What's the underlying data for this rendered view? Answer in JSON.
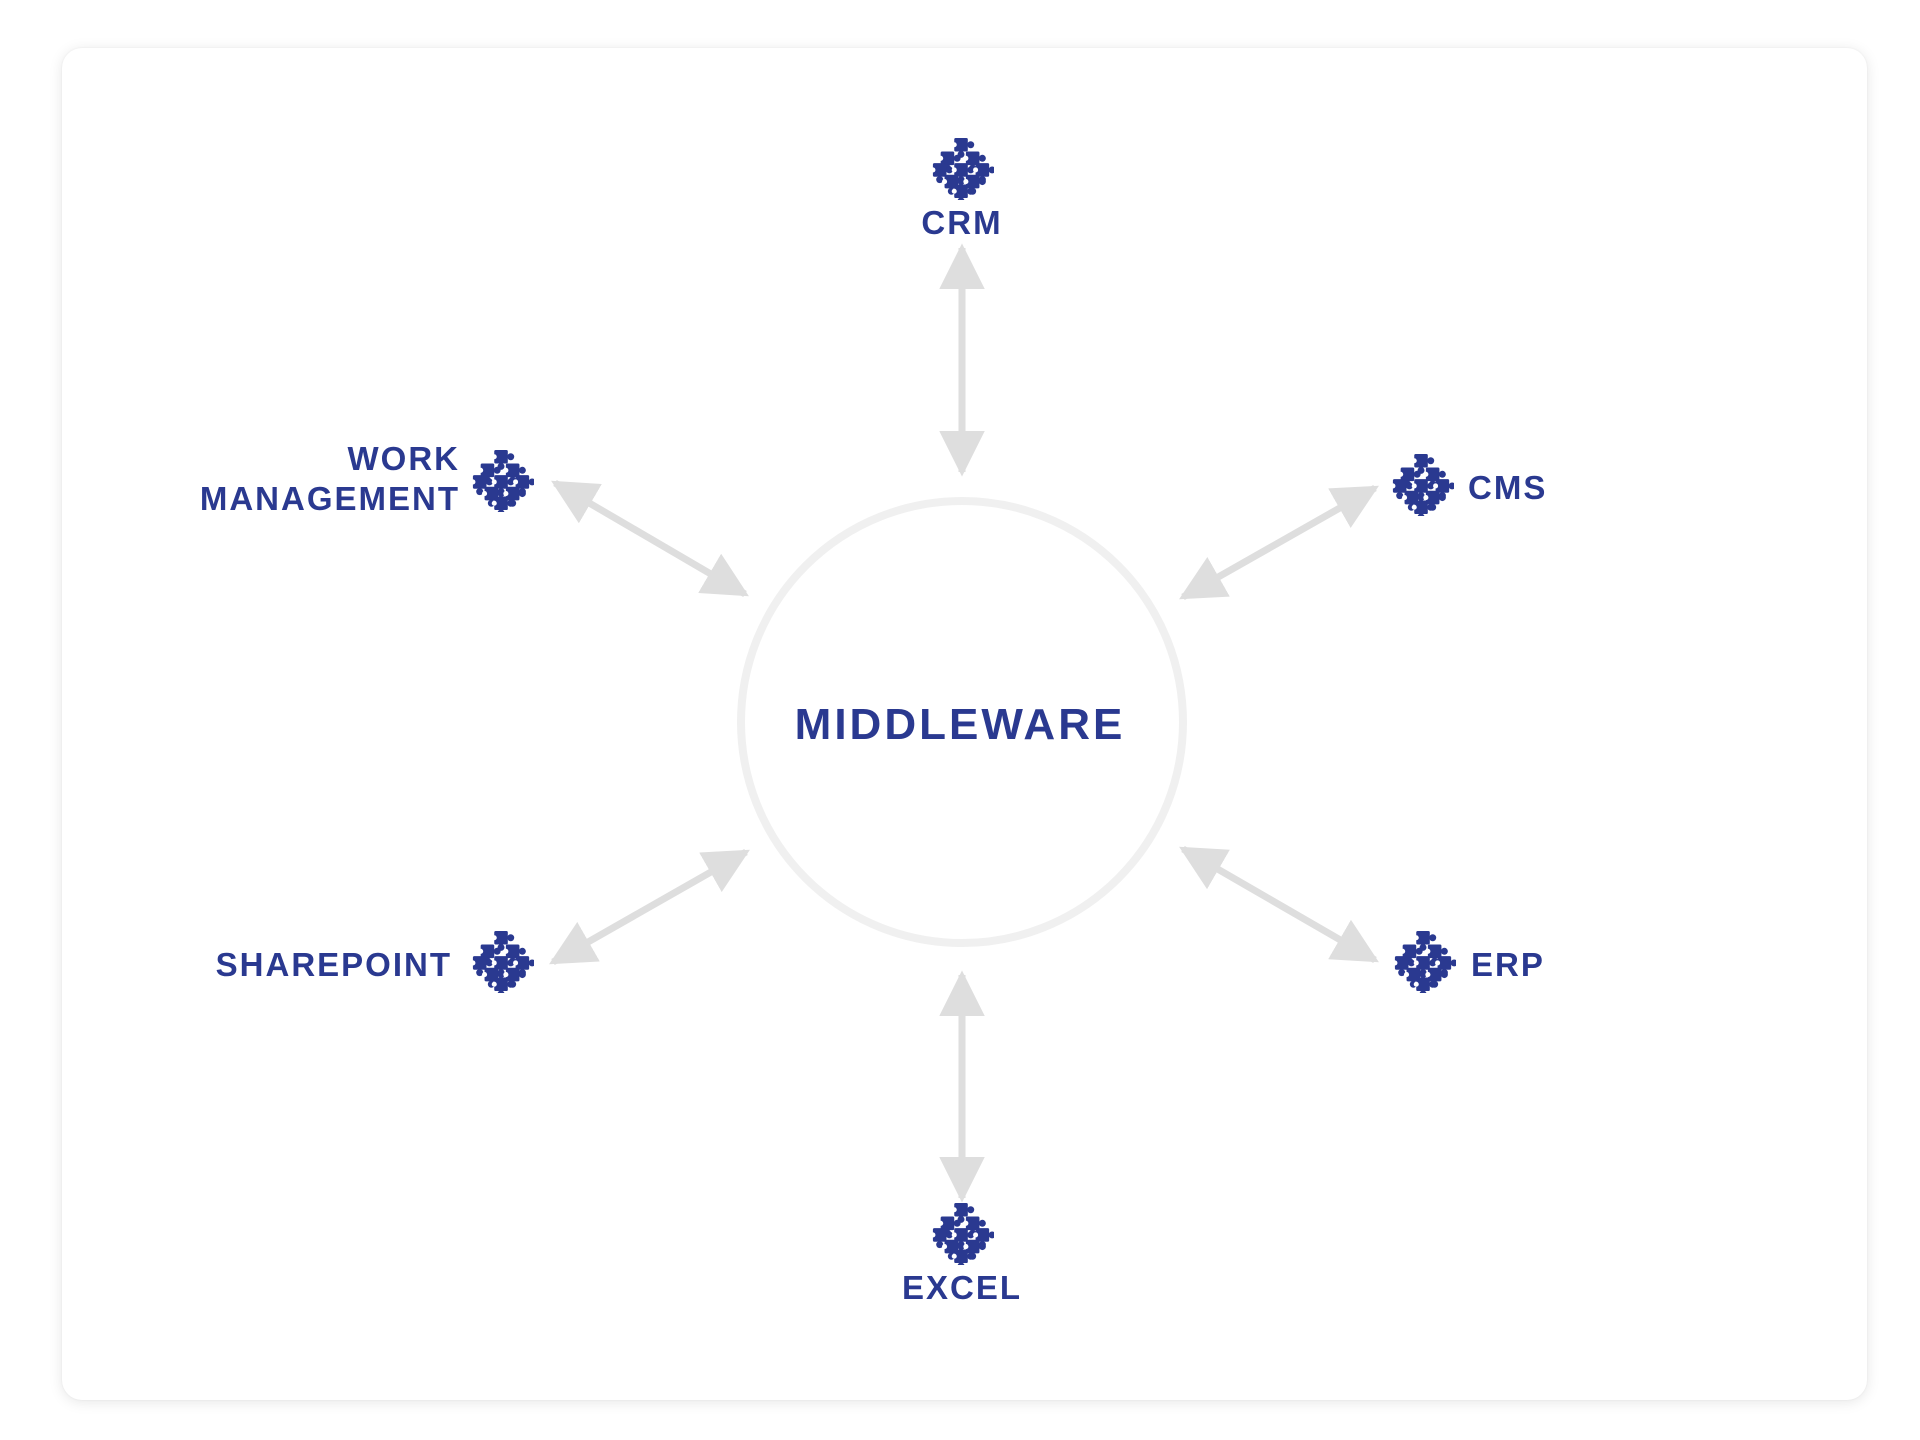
{
  "colors": {
    "accent": "#2a3990",
    "arrow": "#dedede",
    "circle_stroke": "#f0f0f0",
    "card_background": "#ffffff"
  },
  "center": {
    "label": "MIDDLEWARE"
  },
  "nodes": {
    "crm": {
      "label": "CRM",
      "icon": "puzzle-icon"
    },
    "cms": {
      "label": "CMS",
      "icon": "puzzle-icon"
    },
    "erp": {
      "label": "ERP",
      "icon": "puzzle-icon"
    },
    "excel": {
      "label": "EXCEL",
      "icon": "puzzle-icon"
    },
    "sharepoint": {
      "label": "SHAREPOINT",
      "icon": "puzzle-icon"
    },
    "work_management": {
      "label_line1": "WORK",
      "label_line2": "MANAGEMENT",
      "icon": "puzzle-icon"
    }
  }
}
